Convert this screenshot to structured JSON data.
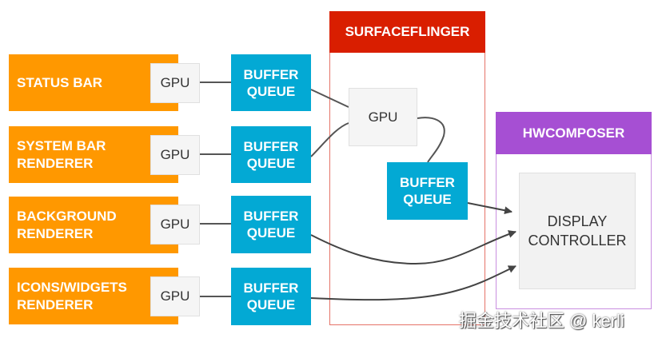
{
  "apps": [
    {
      "lines": [
        "STATUS BAR"
      ],
      "gpu": "GPU",
      "queue": [
        "BUFFER",
        "QUEUE"
      ]
    },
    {
      "lines": [
        "SYSTEM BAR",
        "RENDERER"
      ],
      "gpu": "GPU",
      "queue": [
        "BUFFER",
        "QUEUE"
      ]
    },
    {
      "lines": [
        "BACKGROUND",
        "RENDERER"
      ],
      "gpu": "GPU",
      "queue": [
        "BUFFER",
        "QUEUE"
      ]
    },
    {
      "lines": [
        "ICONS/WIDGETS",
        "RENDERER"
      ],
      "gpu": "GPU",
      "queue": [
        "BUFFER",
        "QUEUE"
      ]
    }
  ],
  "surfaceflinger": {
    "title": "SURFACEFLINGER",
    "gpu": "GPU",
    "queue": [
      "BUFFER",
      "QUEUE"
    ]
  },
  "hwcomposer": {
    "title": "HWCOMPOSER",
    "display": [
      "DISPLAY",
      "CONTROLLER"
    ]
  },
  "watermark": "掘金技术社区 @ kerli",
  "colors": {
    "app": "#ff9800",
    "buffer_queue": "#03a9d4",
    "surfaceflinger": "#d91e00",
    "hwcomposer": "#a64fd3"
  }
}
